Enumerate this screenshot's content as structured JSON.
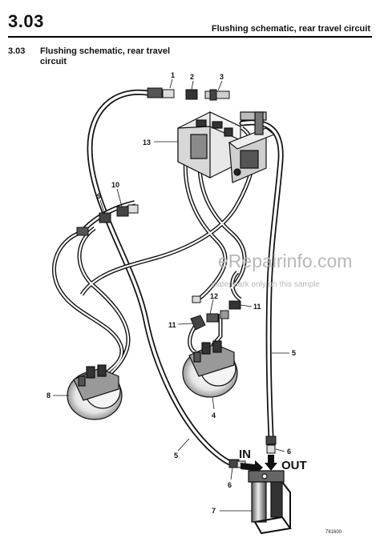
{
  "header": {
    "section_number": "3.03",
    "title": "Flushing schematic, rear travel circuit"
  },
  "section_heading": {
    "number": "3.03",
    "line1": "Flushing schematic, rear travel",
    "line2": "circuit"
  },
  "callouts": [
    {
      "id": "c1",
      "text": "1"
    },
    {
      "id": "c2",
      "text": "2"
    },
    {
      "id": "c3",
      "text": "3"
    },
    {
      "id": "c13",
      "text": "13"
    },
    {
      "id": "c9",
      "text": "9"
    },
    {
      "id": "c10",
      "text": "10"
    },
    {
      "id": "c12",
      "text": "12"
    },
    {
      "id": "c11a",
      "text": "11"
    },
    {
      "id": "c11b",
      "text": "11"
    },
    {
      "id": "c8",
      "text": "8"
    },
    {
      "id": "c4",
      "text": "4"
    },
    {
      "id": "c5a",
      "text": "5"
    },
    {
      "id": "c5b",
      "text": "5"
    },
    {
      "id": "c6a",
      "text": "6"
    },
    {
      "id": "c6b",
      "text": "6"
    },
    {
      "id": "c7",
      "text": "7"
    }
  ],
  "flow_labels": {
    "in": "IN",
    "out": "OUT"
  },
  "watermark": {
    "line1": "eRepairinfo.com",
    "line2": "watermark only on this sample"
  },
  "figure_code": "781600"
}
